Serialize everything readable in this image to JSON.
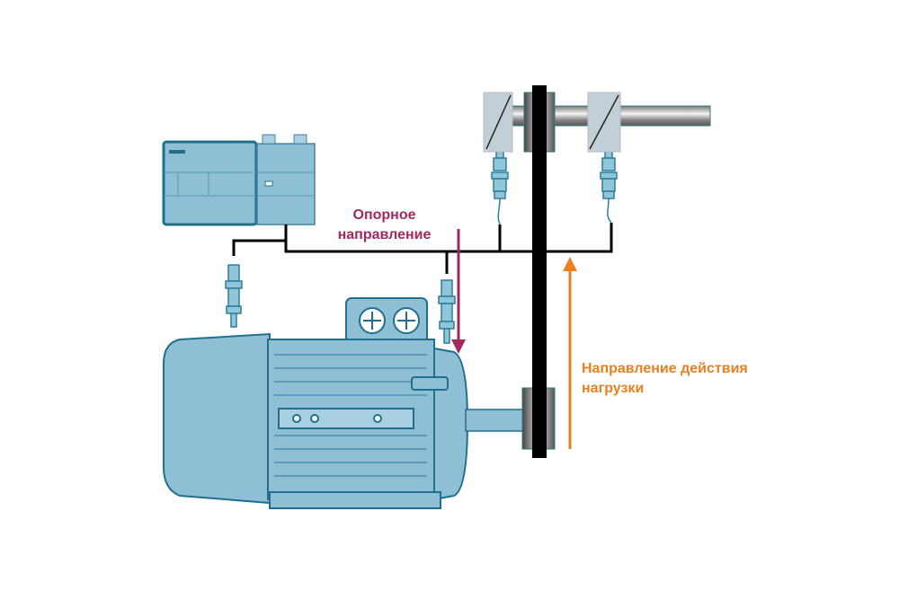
{
  "labels": {
    "reference_line1": "Опорное",
    "reference_line2": "направление",
    "load_line1": "Направление действия",
    "load_line2": "нагрузки"
  },
  "colors": {
    "reference": "#a3285e",
    "load": "#e8801f",
    "equipment": "#8fbfd4",
    "outline": "#1f6f8f"
  }
}
